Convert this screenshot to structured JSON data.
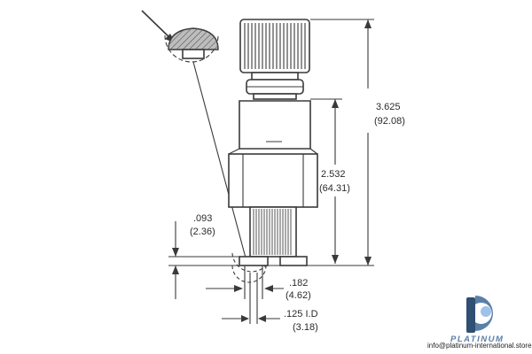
{
  "dimensions": {
    "overall_height_in": "3.625",
    "overall_height_mm": "(92.08)",
    "body_height_in": "2.532",
    "body_height_mm": "(64.31)",
    "flange_in": ".093",
    "flange_mm": "(2.36)",
    "pin_in": ".182",
    "pin_mm": "(4.62)",
    "id_in": ".125 I.D",
    "id_mm": "(3.18)"
  },
  "watermark": {
    "brand": "PLATINUM",
    "store": "info@platinum-international.store",
    "logo_color": "#5a7fa8",
    "logo_dark": "#2f4f73",
    "logo_light": "#9fc3e8"
  }
}
